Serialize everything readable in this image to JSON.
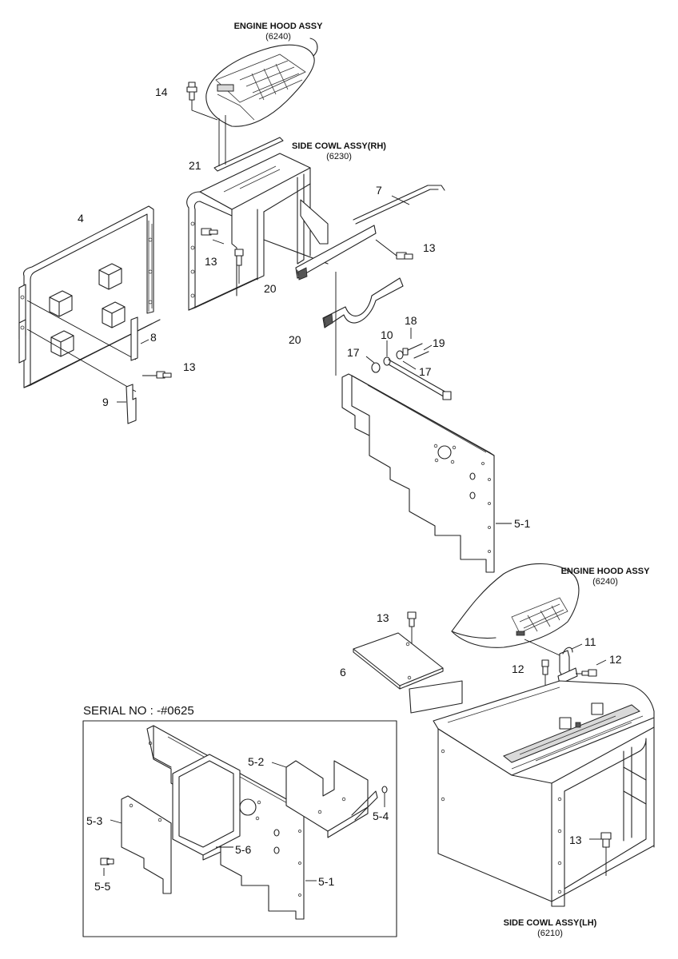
{
  "assemblies": {
    "hood_top": {
      "name": "ENGINE HOOD ASSY",
      "code": "(6240)"
    },
    "cowl_rh": {
      "name": "SIDE COWL ASSY(RH)",
      "code": "(6230)"
    },
    "hood_right": {
      "name": "ENGINE HOOD ASSY",
      "code": "(6240)"
    },
    "cowl_lh": {
      "name": "SIDE COWL ASSY(LH)",
      "code": "(6210)"
    }
  },
  "serial": {
    "label": "SERIAL NO : -#0625"
  },
  "callouts": {
    "c14": "14",
    "c21": "21",
    "c7": "7",
    "c4": "4",
    "c13a": "13",
    "c13b": "13",
    "c20a": "20",
    "c20b": "20",
    "c8": "8",
    "c13c": "13",
    "c9": "9",
    "c18": "18",
    "c19": "19",
    "c10": "10",
    "c17a": "17",
    "c17b": "17",
    "c5_1": "5-1",
    "c13d": "13",
    "c6": "6",
    "c11": "11",
    "c12a": "12",
    "c12b": "12",
    "c13e": "13",
    "c5_2": "5-2",
    "c5_3": "5-3",
    "c5_4": "5-4",
    "c5_5": "5-5",
    "c5_6": "5-6",
    "c5_1b": "5-1"
  }
}
